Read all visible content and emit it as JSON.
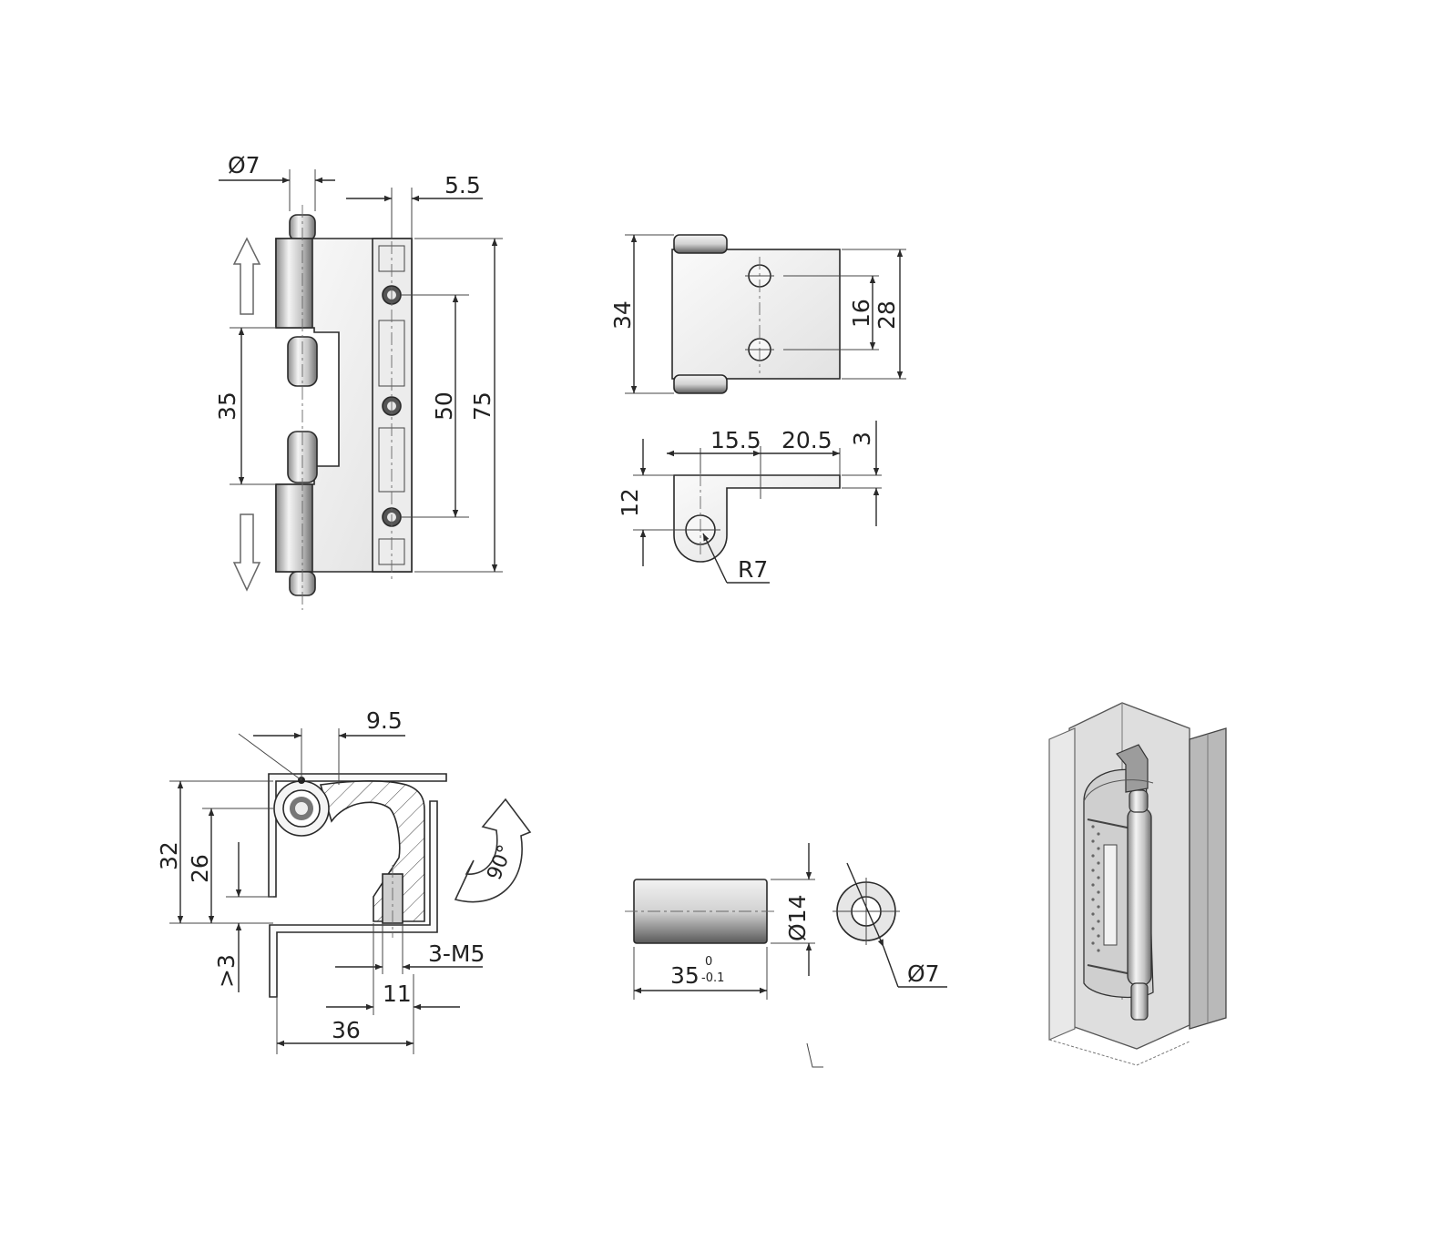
{
  "views": {
    "front": {
      "dims": {
        "pin_dia": "Ø7",
        "leaf_offset": "5.5",
        "gap": "35",
        "hole_pitch": "50",
        "height": "75"
      }
    },
    "side": {
      "dims": {
        "height": "34",
        "hole_spacing": "16",
        "leaf_height": "28"
      }
    },
    "top": {
      "dims": {
        "knuckle_to_bend": "15.5",
        "leaf_length": "20.5",
        "thickness": "3",
        "knuckle_height": "12",
        "radius": "R7"
      }
    },
    "section": {
      "dims": {
        "offset": "9.5",
        "outer_height": "32",
        "inner_height": "26",
        "clearance": ">3",
        "thread": "3-M5",
        "hole_distance": "11",
        "width": "36",
        "rotation": "90°"
      }
    },
    "pin": {
      "dims": {
        "length": "35",
        "tol_upper": "0",
        "tol_lower": "-0.1",
        "dia_outer": "Ø14",
        "dia_inner": "Ø7"
      }
    },
    "isometric": {}
  },
  "colors": {
    "line": "#2a2a2a",
    "metal_light": "#f2f2f2",
    "metal_mid": "#c8c8c8",
    "metal_dark": "#7a7a7a"
  }
}
